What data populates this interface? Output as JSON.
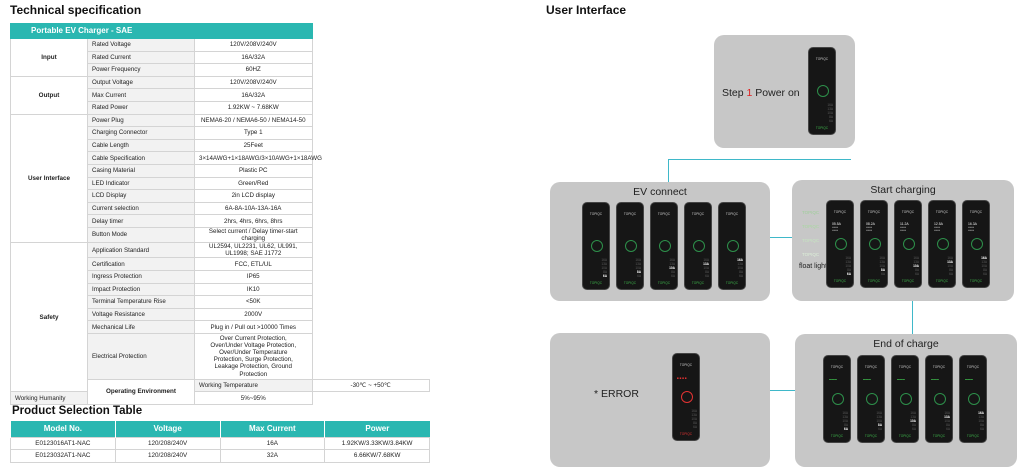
{
  "titles": {
    "tech": "Technical specification",
    "ui": "User Interface",
    "product": "Product Selection Table"
  },
  "spec": {
    "header": "Portable EV Charger - SAE",
    "rows": [
      {
        "cat": "Input",
        "span": 3,
        "param": "Rated Voltage",
        "value": "120V/208V/240V"
      },
      {
        "param": "Rated Current",
        "value": "16A/32A"
      },
      {
        "param": "Power Frequency",
        "value": "60HZ"
      },
      {
        "cat": "Output",
        "span": 3,
        "param": "Output Voltage",
        "value": "120V/208V/240V"
      },
      {
        "param": "Max Current",
        "value": "16A/32A"
      },
      {
        "param": "Rated Power",
        "value": "1.92KW ~ 7.68KW"
      },
      {
        "cat": "User Interface",
        "span": 10,
        "param": "Power Plug",
        "value": "NEMA6-20 / NEMA6-50 / NEMA14-50"
      },
      {
        "param": "Charging Connector",
        "value": "Type 1"
      },
      {
        "param": "Cable Length",
        "value": "25Feet"
      },
      {
        "param": "Cable Specification",
        "value": "3×14AWG+1×18AWG/3×10AWG+1×18AWG"
      },
      {
        "param": "Casing Material",
        "value": "Plastic PC"
      },
      {
        "param": "LED Indicator",
        "value": "Green/Red"
      },
      {
        "param": "LCD Display",
        "value": "2in LCD display"
      },
      {
        "param": "Current selection",
        "value": "6A-8A-10A-13A-16A"
      },
      {
        "param": "Delay timer",
        "value": "2hrs, 4hrs, 6hrs, 8hrs"
      },
      {
        "param": "Button Mode",
        "value": "Select current / Delay timer-start charging"
      },
      {
        "cat": "Safety",
        "span": 9,
        "param": "Application Standard",
        "value": "UL2594, UL2231, UL62, UL991, UL1998; SAE J1772"
      },
      {
        "param": "Certification",
        "value": "FCC, ETL/UL"
      },
      {
        "param": "Ingress Protection",
        "value": "IP65"
      },
      {
        "param": "Impact Protection",
        "value": "IK10"
      },
      {
        "param": "Terminal Temperature Rise",
        "value": "<50K"
      },
      {
        "param": "Voltage Resistance",
        "value": "2000V"
      },
      {
        "param": "Mechanical Life",
        "value": "Plug in / Pull out >10000 Times"
      },
      {
        "param": "Electrical Protection",
        "value": "Over Current Protection, Over/Under Voltage Protection, Over/Under Temperature Protection, Surge Protection, Leakage Protection, Ground Protection",
        "tall": true
      },
      {
        "cat": "Operating Environment",
        "span": 2,
        "param": "Working Temperature",
        "value": "-30℃ ~ +50℃"
      },
      {
        "param": "Working Humanity",
        "value": "5%~95%"
      }
    ]
  },
  "product": {
    "headers": [
      "Model No.",
      "Voltage",
      "Max Current",
      "Power"
    ],
    "rows": [
      [
        "E0123016AT1-NAC",
        "120/208/240V",
        "16A",
        "1.92KW/3.33KW/3.84KW"
      ],
      [
        "E0123032AT1-NAC",
        "120/208/240V",
        "32A",
        "6.66KW/7.68KW"
      ]
    ]
  },
  "ui": {
    "step_pre": "Step ",
    "step_num": "1",
    "step_post": " Power on",
    "ev_connect": "EV connect",
    "start_charging": "Start charging",
    "float_light": "float light",
    "end_of_charge": "End of charge",
    "error": "* ERROR",
    "brand": "TOPIQC",
    "levels": [
      "16A",
      "13A",
      "10A",
      "8A",
      "6A"
    ],
    "selected": [
      "6A",
      "8A",
      "10A",
      "13A",
      "16A"
    ],
    "charge_readouts": [
      "05.5A",
      "08.2A",
      "11.2A",
      "12.5A",
      "16.3A"
    ],
    "status_colors": {
      "accent": "#2ab7b1",
      "ring": "#2d8f4a",
      "led": "#3db34a",
      "error": "#e33333",
      "step": "#e02020"
    }
  }
}
